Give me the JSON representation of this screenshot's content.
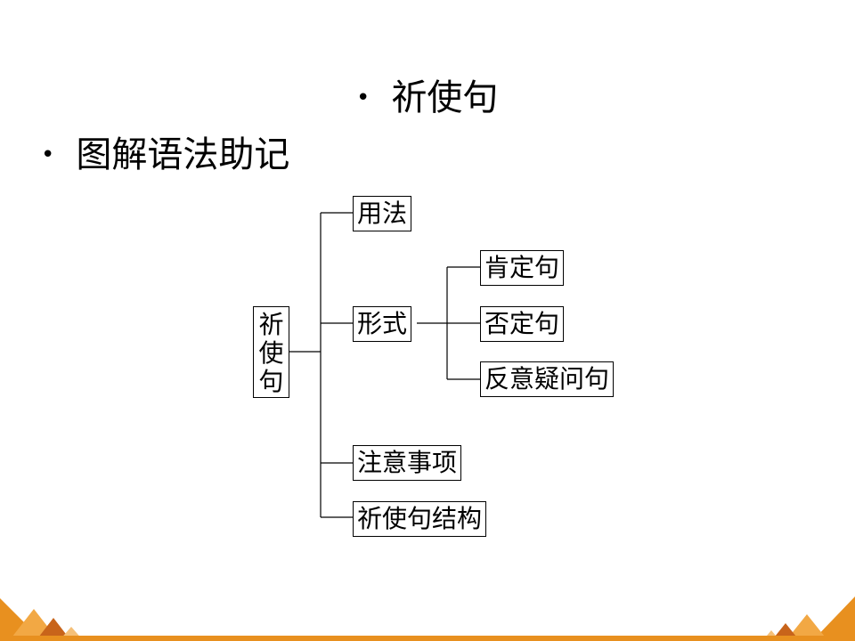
{
  "slide": {
    "title": "祈使句",
    "subtitle": "图解语法助记"
  },
  "diagram": {
    "root": [
      "祈",
      "使",
      "句"
    ],
    "branches": {
      "usage": "用法",
      "form": "形式",
      "notes": "注意事项",
      "structure": "祈使句结构"
    },
    "form_children": {
      "affirmative": "肯定句",
      "negative": "否定句",
      "question": "反意疑问句"
    }
  },
  "theme": {
    "accent_orange": "#e8901f",
    "accent_dark": "#c8641a"
  }
}
